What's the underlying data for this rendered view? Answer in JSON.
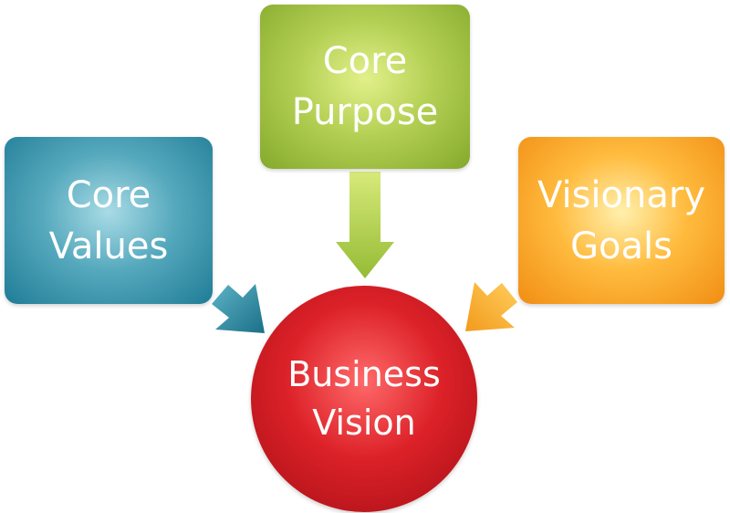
{
  "nodes": {
    "core_values": {
      "line1": "Core",
      "line2": "Values",
      "color": "#1f7c96"
    },
    "core_purpose": {
      "line1": "Core",
      "line2": "Purpose",
      "color": "#84a92c"
    },
    "visionary_goals": {
      "line1": "Visionary",
      "line2": "Goals",
      "color": "#f08e14"
    },
    "business_vision": {
      "line1": "Business",
      "line2": "Vision",
      "color": "#c0161d"
    }
  },
  "edges": [
    {
      "from": "core_values",
      "to": "business_vision"
    },
    {
      "from": "core_purpose",
      "to": "business_vision"
    },
    {
      "from": "visionary_goals",
      "to": "business_vision"
    }
  ]
}
